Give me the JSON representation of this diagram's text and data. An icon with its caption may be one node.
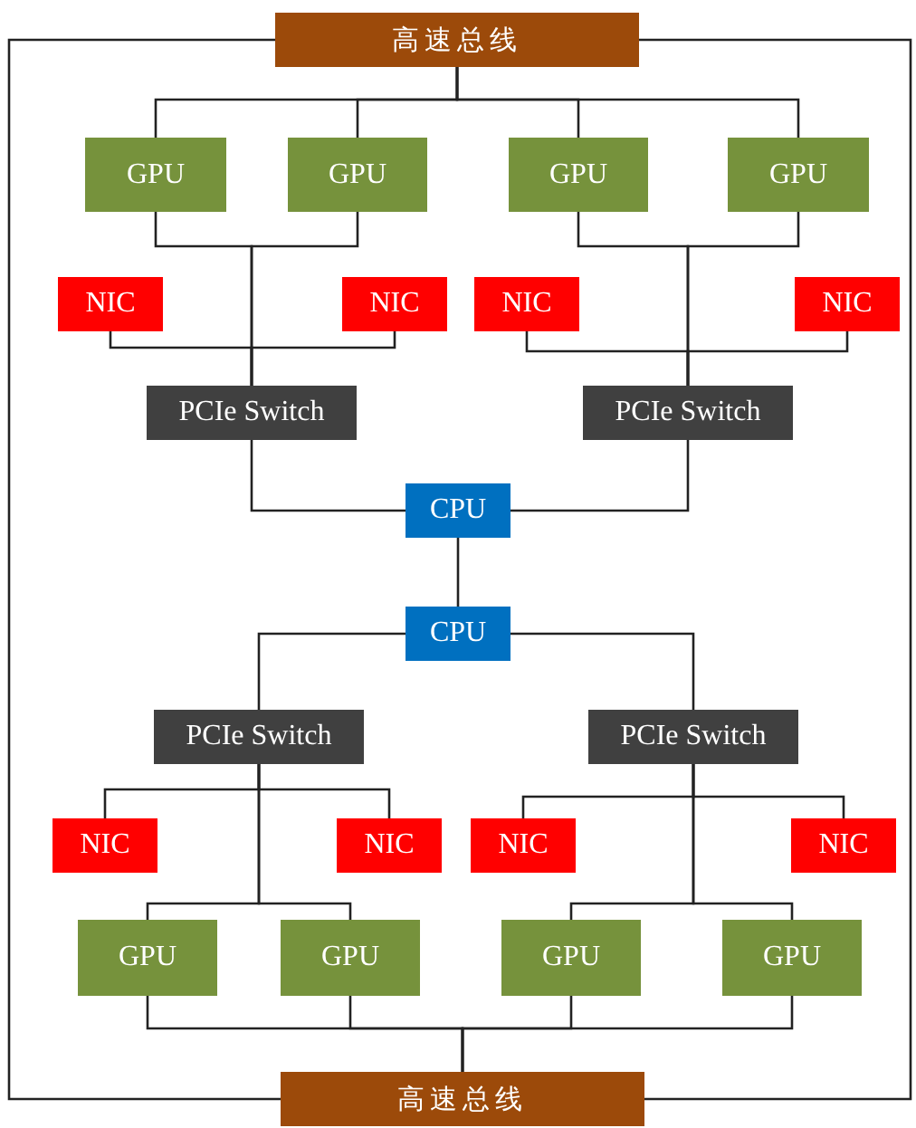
{
  "diagram": {
    "nodes": [
      {
        "text": [
          "高速总线"
        ]
      },
      {
        "text": [
          "GPU"
        ]
      },
      {
        "text": [
          "GPU"
        ]
      },
      {
        "text": [
          "GPU"
        ]
      },
      {
        "text": [
          "GPU"
        ]
      },
      {
        "text": [
          "NIC"
        ]
      },
      {
        "text": [
          "NIC"
        ]
      },
      {
        "text": [
          "NIC"
        ]
      },
      {
        "text": [
          "NIC"
        ]
      },
      {
        "text": [
          "PCIe Switch"
        ]
      },
      {
        "text": [
          "PCIe Switch"
        ]
      },
      {
        "text": [
          "CPU"
        ]
      },
      {
        "text": [
          "CPU"
        ]
      },
      {
        "text": [
          "PCIe Switch"
        ]
      },
      {
        "text": [
          "PCIe Switch"
        ]
      },
      {
        "text": [
          "NIC"
        ]
      },
      {
        "text": [
          "NIC"
        ]
      },
      {
        "text": [
          "NIC"
        ]
      },
      {
        "text": [
          "NIC"
        ]
      },
      {
        "text": [
          "GPU"
        ]
      },
      {
        "text": [
          "GPU"
        ]
      },
      {
        "text": [
          "GPU"
        ]
      },
      {
        "text": [
          "GPU"
        ]
      },
      {
        "text": [
          "高速总线"
        ]
      }
    ],
    "edges": [
      {
        "from": 0,
        "to": 1,
        "arrow": "none"
      },
      {
        "from": 0,
        "to": 2,
        "arrow": "none"
      },
      {
        "from": 0,
        "to": 3,
        "arrow": "none"
      },
      {
        "from": 0,
        "to": 4,
        "arrow": "none"
      },
      {
        "from": 1,
        "to": 9,
        "arrow": "none"
      },
      {
        "from": 2,
        "to": 9,
        "arrow": "none"
      },
      {
        "from": 3,
        "to": 10,
        "arrow": "none"
      },
      {
        "from": 4,
        "to": 10,
        "arrow": "none"
      },
      {
        "from": 5,
        "to": 9,
        "arrow": "none"
      },
      {
        "from": 6,
        "to": 9,
        "arrow": "none"
      },
      {
        "from": 7,
        "to": 10,
        "arrow": "none"
      },
      {
        "from": 8,
        "to": 10,
        "arrow": "none"
      },
      {
        "from": 9,
        "to": 11,
        "arrow": "none"
      },
      {
        "from": 10,
        "to": 11,
        "arrow": "none"
      },
      {
        "from": 11,
        "to": 12,
        "arrow": "none"
      },
      {
        "from": 12,
        "to": 13,
        "arrow": "none"
      },
      {
        "from": 12,
        "to": 14,
        "arrow": "none"
      },
      {
        "from": 13,
        "to": 15,
        "arrow": "none"
      },
      {
        "from": 13,
        "to": 16,
        "arrow": "none"
      },
      {
        "from": 13,
        "to": 19,
        "arrow": "none"
      },
      {
        "from": 13,
        "to": 20,
        "arrow": "none"
      },
      {
        "from": 14,
        "to": 17,
        "arrow": "none"
      },
      {
        "from": 14,
        "to": 18,
        "arrow": "none"
      },
      {
        "from": 14,
        "to": 21,
        "arrow": "none"
      },
      {
        "from": 14,
        "to": 22,
        "arrow": "none"
      },
      {
        "from": 19,
        "to": 23,
        "arrow": "none"
      },
      {
        "from": 20,
        "to": 23,
        "arrow": "none"
      },
      {
        "from": 21,
        "to": 23,
        "arrow": "none"
      },
      {
        "from": 22,
        "to": 23,
        "arrow": "none"
      },
      {
        "from": 0,
        "to": 23,
        "arrow": "none"
      },
      {
        "from": 0,
        "to": 23,
        "arrow": "none"
      }
    ]
  }
}
